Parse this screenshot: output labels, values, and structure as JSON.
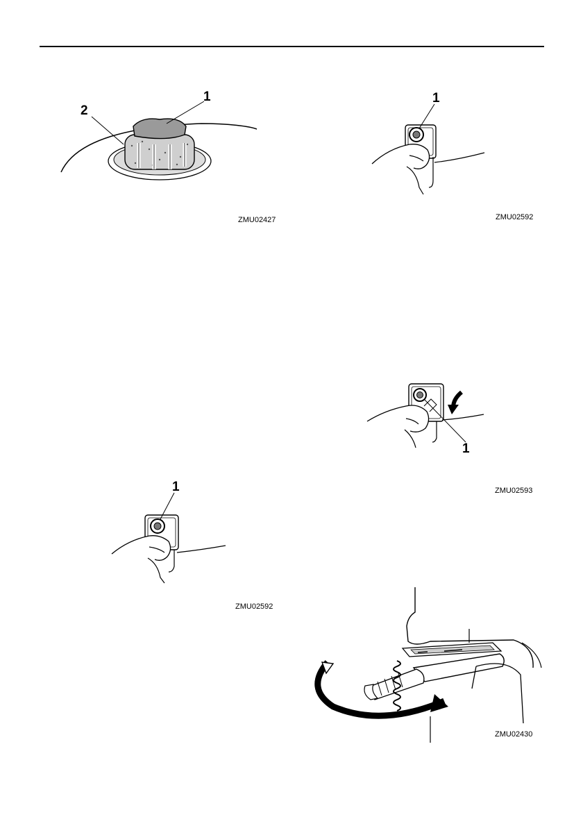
{
  "figures": [
    {
      "code": "ZMU02427",
      "callouts": [
        "1",
        "2"
      ],
      "depicts": "fuel tank cap"
    },
    {
      "code": "ZMU02592",
      "callouts": [
        "1"
      ],
      "depicts": "hand turning knob"
    },
    {
      "code": "ZMU02593",
      "callouts": [
        "1"
      ],
      "depicts": "hand turning knob with arrow"
    },
    {
      "code": "ZMU02592",
      "callouts": [
        "1"
      ],
      "depicts": "hand turning knob"
    },
    {
      "code": "ZMU02430",
      "callouts": [],
      "depicts": "tiller handle rotation"
    }
  ]
}
